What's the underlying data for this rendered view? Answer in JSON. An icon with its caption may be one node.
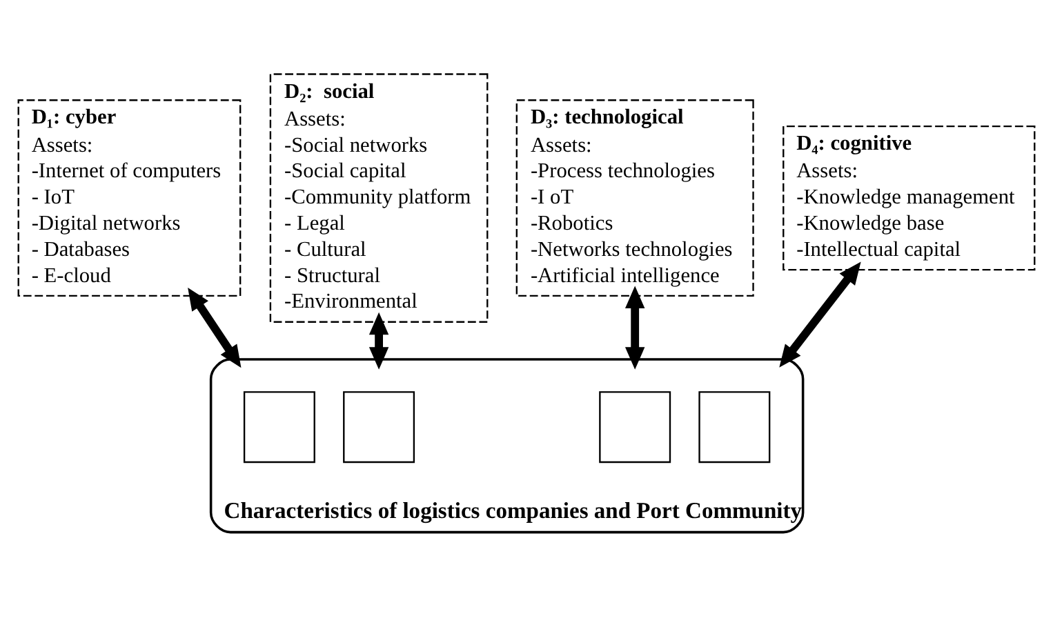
{
  "diagram": {
    "nodes": [
      {
        "text": [
          "D₁: cyber",
          "Assets:",
          "-Internet of computers",
          "- IoT",
          "-Digital networks",
          "- Databases",
          "- E-cloud"
        ]
      },
      {
        "text": [
          "D₂:  social",
          "Assets:",
          "-Social networks",
          "-Social capital",
          "-Community platform",
          "- Legal",
          "- Cultural",
          "- Structural",
          "-Environmental"
        ]
      },
      {
        "text": [
          "D₃: technological",
          "Assets:",
          "-Process technologies",
          "-I oT",
          "-Robotics",
          "-Networks technologies",
          "-Artificial intelligence"
        ]
      },
      {
        "text": [
          "D₄: cognitive",
          "Assets:",
          "-Knowledge management",
          "-Knowledge base",
          "-Intellectual capital"
        ]
      },
      {
        "text": [
          "Characteristics of logistics companies and Port Community"
        ]
      },
      {
        "text": [],
        "shape": "box",
        "in": 4
      },
      {
        "text": [],
        "shape": "box",
        "in": 4
      },
      {
        "text": [],
        "shape": "box",
        "in": 4
      },
      {
        "text": [],
        "shape": "box",
        "in": 4
      }
    ],
    "edges": [
      {
        "from": 0,
        "to": 4,
        "arrow": "both"
      },
      {
        "from": 1,
        "to": 4,
        "arrow": "both"
      },
      {
        "from": 2,
        "to": 4,
        "arrow": "both"
      },
      {
        "from": 3,
        "to": 4,
        "arrow": "both"
      }
    ]
  }
}
